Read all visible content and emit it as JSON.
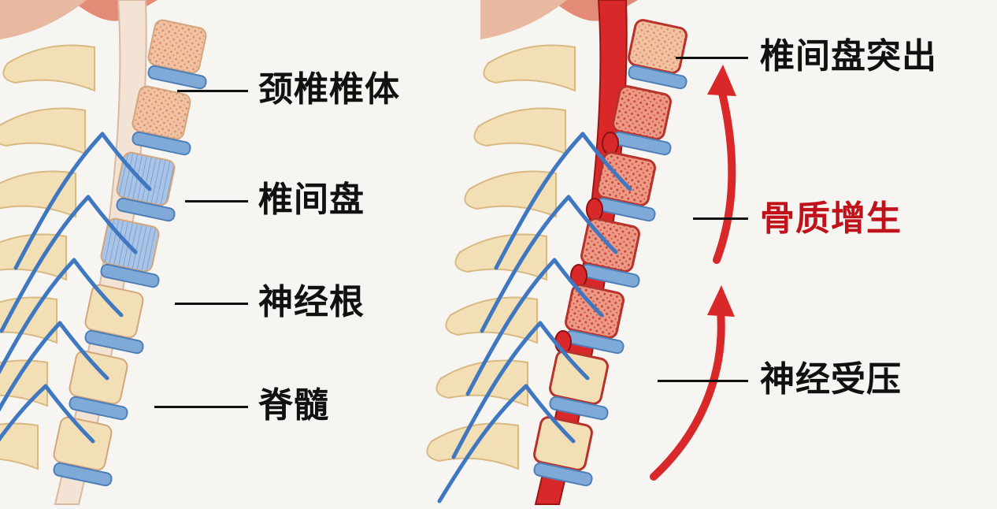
{
  "normal_spine": {
    "labels": [
      {
        "text": "颈椎椎体"
      },
      {
        "text": "椎间盘"
      },
      {
        "text": "神经根"
      },
      {
        "text": "脊髓"
      }
    ]
  },
  "degenerated_spine": {
    "labels": [
      {
        "text": "椎间盘突出"
      },
      {
        "text": "骨质增生",
        "highlight": true
      },
      {
        "text": "神经受压"
      }
    ]
  },
  "colors": {
    "background": "#f7f5f1",
    "bone": "#f3dfb5",
    "vertebral_body": "#f2c7a8",
    "disc": "#7fa9d6",
    "nerve": "#3f78c0",
    "inflamed": "#d8282a",
    "highlight_text": "#c0121a"
  }
}
